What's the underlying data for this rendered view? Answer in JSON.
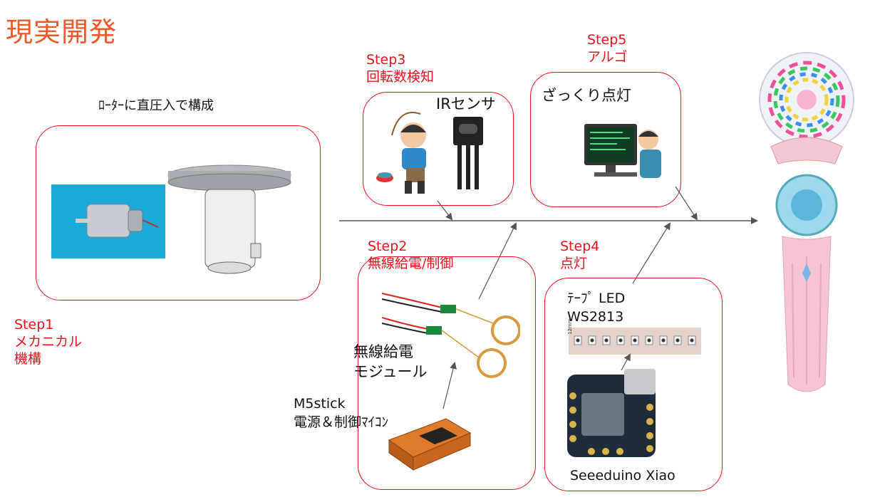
{
  "title": "現実開発",
  "step1": {
    "label": "Step1",
    "line1": "メカニカル",
    "line2": "機構"
  },
  "step2": {
    "label": "Step2",
    "line1": "無線給電/制御"
  },
  "step3": {
    "label": "Step3",
    "line1": "回転数検知"
  },
  "step4": {
    "label": "Step4",
    "line1": "点灯"
  },
  "step5": {
    "label": "Step5",
    "line1": "アルゴ"
  },
  "motor_caption": "ﾛｰﾀｰに直圧入で構成",
  "ir_sensor": "IRセンサ",
  "rough_lighting": "ざっくり点灯",
  "wireless_module": {
    "line1": "無線給電",
    "line2": "モジュール"
  },
  "m5stick": {
    "line1": "M5stick",
    "line2": "電源＆制御ﾏｲｺﾝ"
  },
  "tape_led": {
    "line1": "ﾃｰﾌﾟ LED",
    "line2": "WS2813"
  },
  "seeeduino": "Seeeduino Xiao",
  "led_scale": "12mm",
  "colors": {
    "accent": "#e8121b",
    "title": "#f0582a",
    "arrow": "#555555"
  },
  "icons": [
    "dc-motor-photo",
    "rotor-assembly-render",
    "spinning-top-kid-illustration",
    "ir-sensor-icon",
    "programmer-illustration",
    "coil-module-photo",
    "m5stick-render",
    "led-strip-photo",
    "seeeduino-board-photo",
    "magic-wand-photo"
  ]
}
